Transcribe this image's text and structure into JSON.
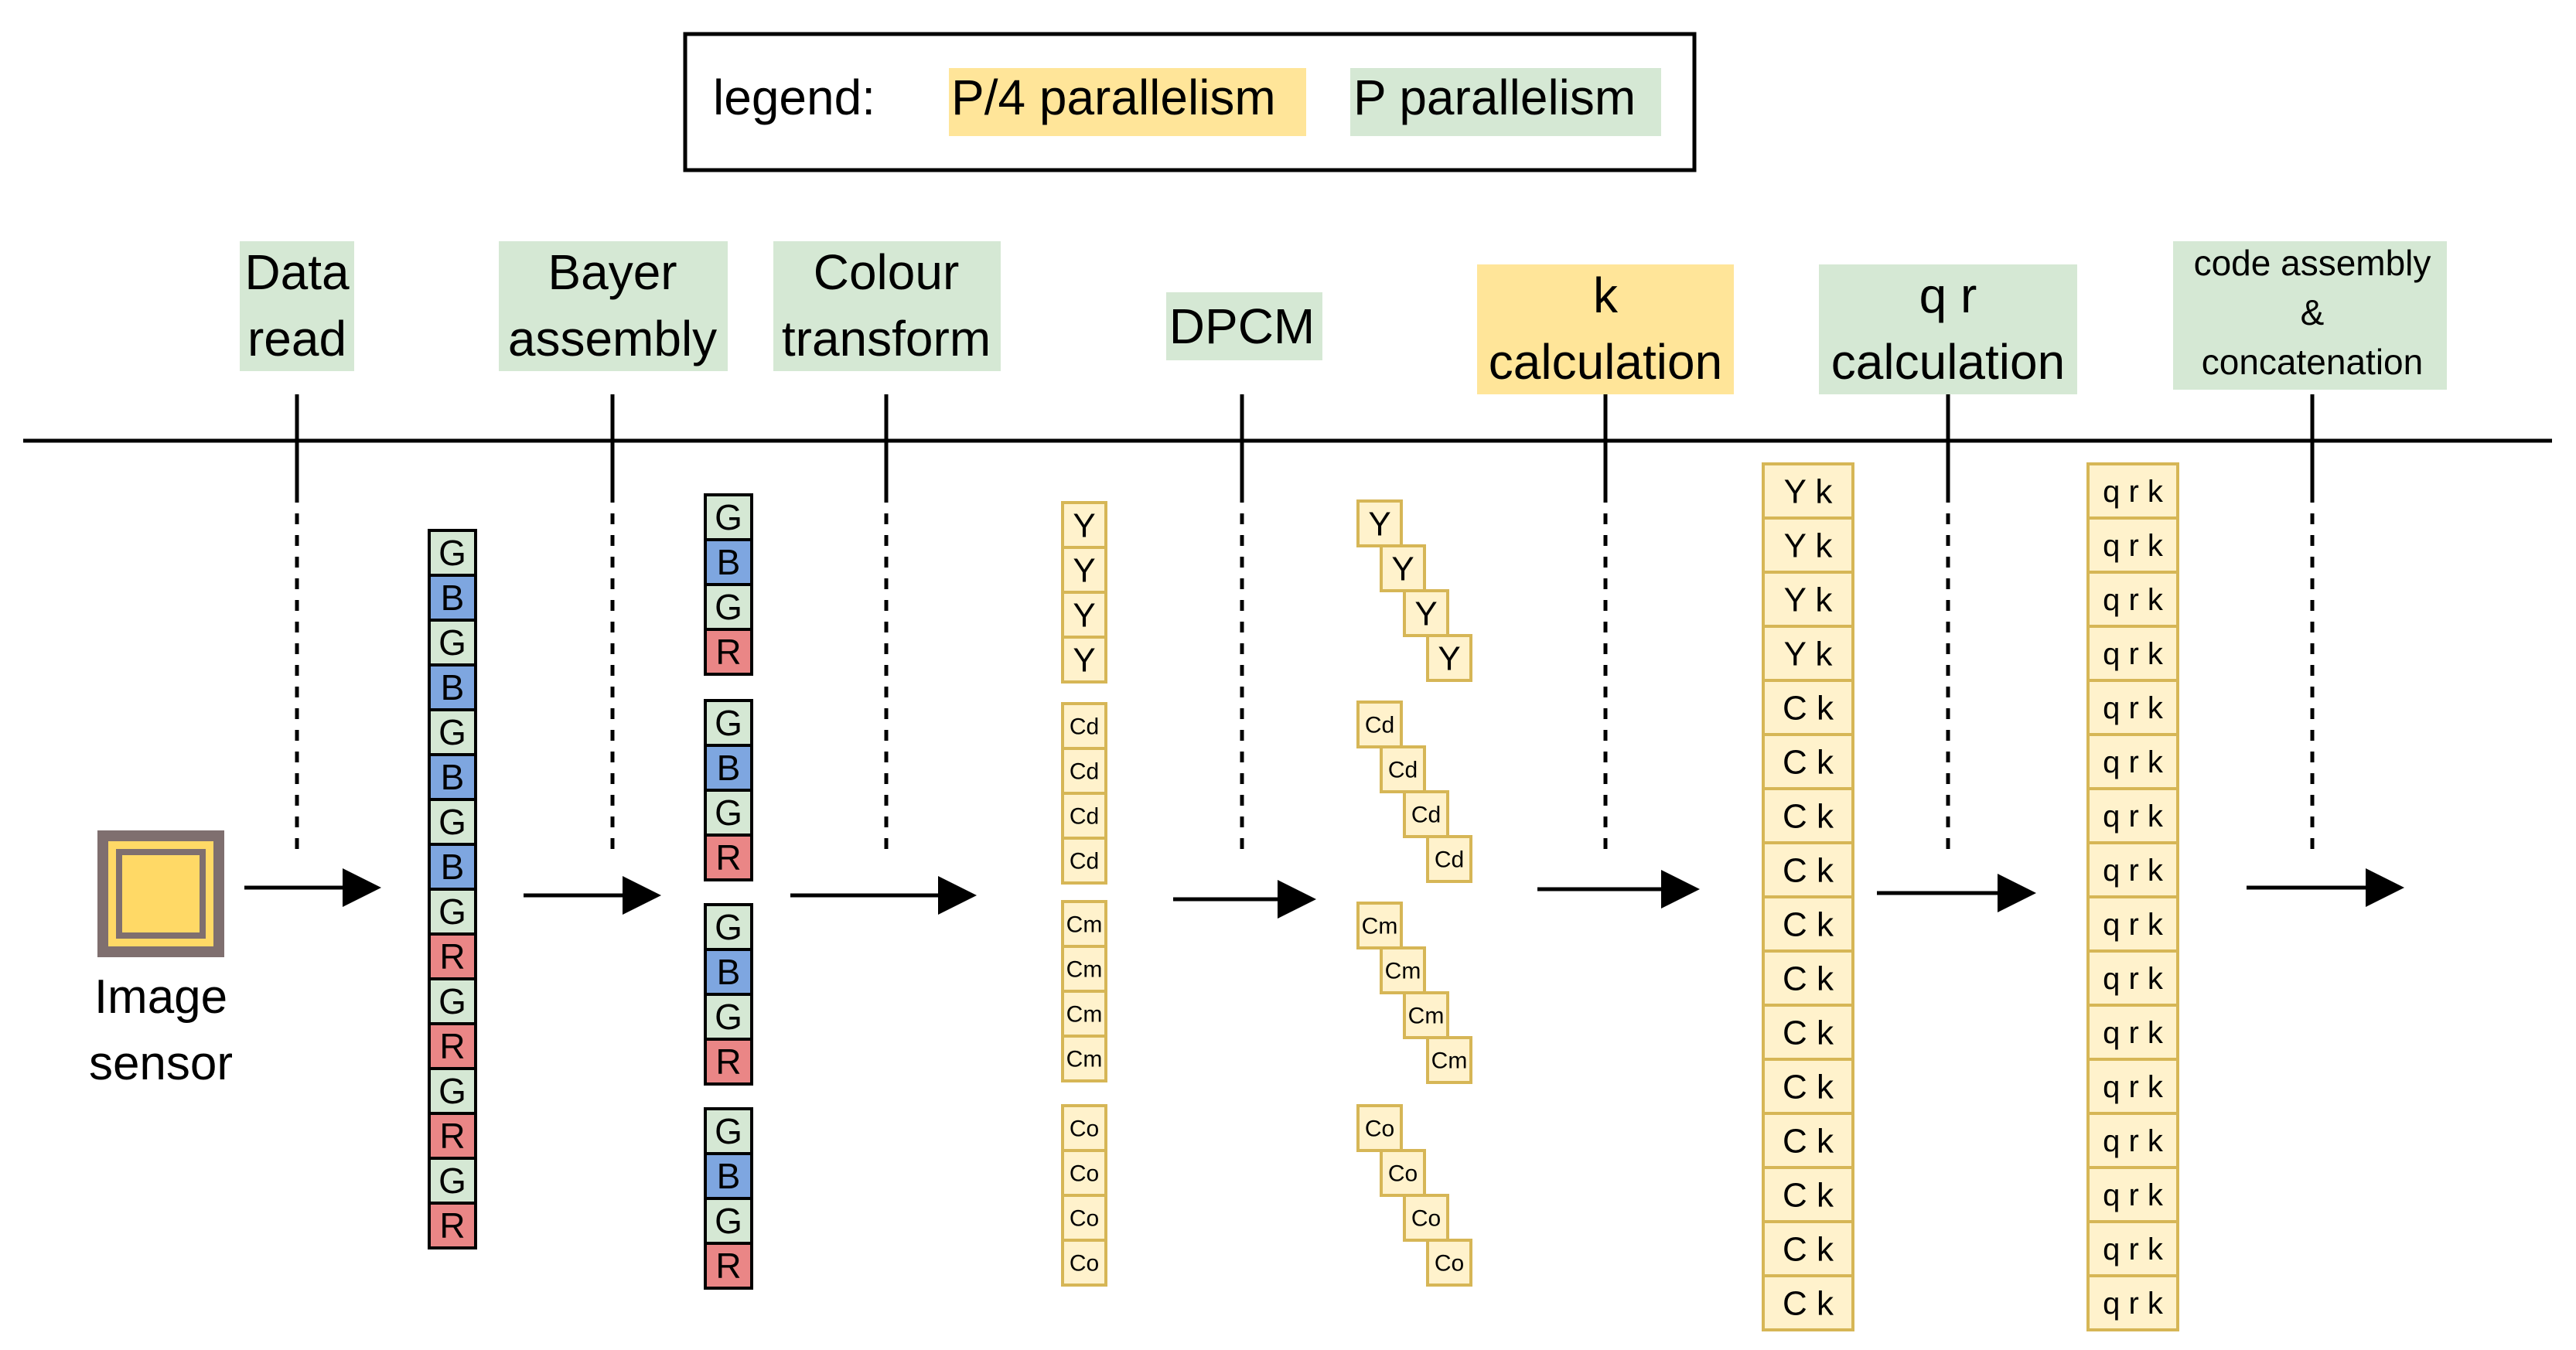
{
  "legend": {
    "title": "legend:",
    "items": [
      {
        "label": "P/4 parallelism",
        "color": "#FFE599"
      },
      {
        "label": "P parallelism",
        "color": "#D5E8D4"
      }
    ]
  },
  "colors": {
    "p4": "#FFE599",
    "p": "#D5E8D4",
    "cell_green": "#D5E8D4",
    "cell_blue": "#7EA6E0",
    "cell_red": "#EA8686",
    "cell_yellow": "#FFF2CC",
    "cell_yellow_border": "#D6B656",
    "sensor_outer": "#7F6F6F",
    "sensor_inner": "#FFD966"
  },
  "stages": [
    {
      "id": "data-read",
      "lines": [
        "Data",
        "read"
      ],
      "parallelism": "P"
    },
    {
      "id": "bayer-assembly",
      "lines": [
        "Bayer",
        "assembly"
      ],
      "parallelism": "P"
    },
    {
      "id": "colour-transform",
      "lines": [
        "Colour",
        "transform"
      ],
      "parallelism": "P"
    },
    {
      "id": "dpcm",
      "lines": [
        "DPCM"
      ],
      "parallelism": "P"
    },
    {
      "id": "k-calculation",
      "lines": [
        "k",
        "calculation"
      ],
      "parallelism": "P/4"
    },
    {
      "id": "qr-calculation",
      "lines": [
        "q r",
        "calculation"
      ],
      "parallelism": "P"
    },
    {
      "id": "code-assembly",
      "lines": [
        "code assembly",
        "&",
        "concatenation"
      ],
      "parallelism": "P"
    }
  ],
  "sensor": {
    "lines": [
      "Image",
      "sensor"
    ]
  },
  "columns": {
    "raw": [
      "G",
      "B",
      "G",
      "B",
      "G",
      "B",
      "G",
      "B",
      "G",
      "R",
      "G",
      "R",
      "G",
      "R",
      "G",
      "R"
    ],
    "bayer": [
      [
        "G",
        "B",
        "G",
        "R"
      ],
      [
        "G",
        "B",
        "G",
        "R"
      ],
      [
        "G",
        "B",
        "G",
        "R"
      ],
      [
        "G",
        "B",
        "G",
        "R"
      ]
    ],
    "colour": [
      [
        "Y",
        "Y",
        "Y",
        "Y"
      ],
      [
        "Cd",
        "Cd",
        "Cd",
        "Cd"
      ],
      [
        "Cm",
        "Cm",
        "Cm",
        "Cm"
      ],
      [
        "Co",
        "Co",
        "Co",
        "Co"
      ]
    ],
    "dpcm": [
      [
        "Y",
        "Y",
        "Y",
        "Y"
      ],
      [
        "Cd",
        "Cd",
        "Cd",
        "Cd"
      ],
      [
        "Cm",
        "Cm",
        "Cm",
        "Cm"
      ],
      [
        "Co",
        "Co",
        "Co",
        "Co"
      ]
    ],
    "k": [
      "Y k",
      "Y k",
      "Y k",
      "Y k",
      "C k",
      "C k",
      "C k",
      "C k",
      "C k",
      "C k",
      "C k",
      "C k",
      "C k",
      "C k",
      "C k",
      "C k"
    ],
    "qr": [
      "q r k",
      "q r k",
      "q r k",
      "q r k",
      "q r k",
      "q r k",
      "q r k",
      "q r k",
      "q r k",
      "q r k",
      "q r k",
      "q r k",
      "q r k",
      "q r k",
      "q r k",
      "q r k"
    ]
  }
}
